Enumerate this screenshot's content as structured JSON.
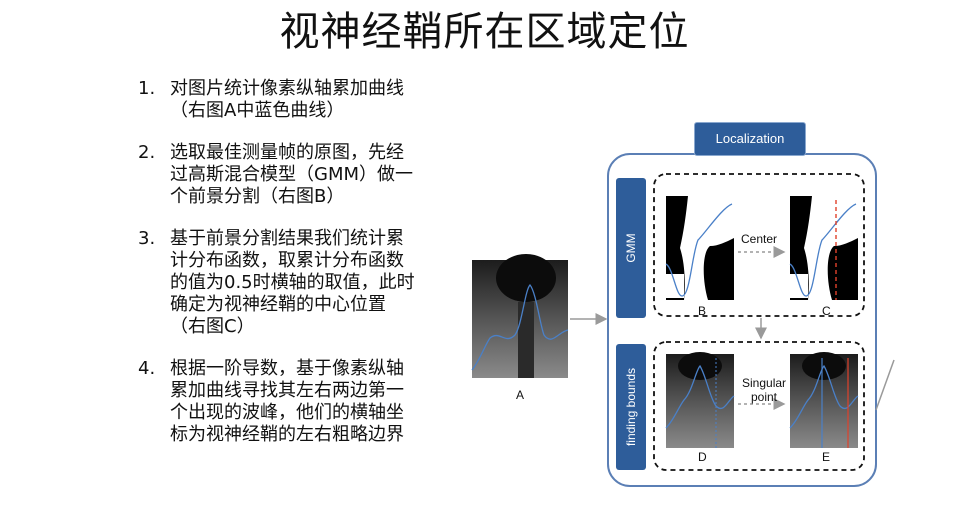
{
  "title": "视神经鞘所在区域定位",
  "steps": [
    {
      "num": "1.",
      "text": "对图片统计像素纵轴累加曲线（右图A中蓝色曲线）"
    },
    {
      "num": "2.",
      "text": "选取最佳测量帧的原图，先经过高斯混合模型（GMM）做一个前景分割（右图B）"
    },
    {
      "num": "3.",
      "text": "基于前景分割结果我们统计累计分布函数，取累计分布函数的值为0.5时横轴的取值，此时确定为视神经鞘的中心位置 （右图C）"
    },
    {
      "num": "4.",
      "text": "根据一阶导数，基于像素纵轴累加曲线寻找其左右两边第一个出现的波峰，他们的横轴坐标为视神经鞘的左右粗略边界"
    }
  ],
  "diagram": {
    "localization_label": "Localization",
    "gmm_label": "GMM",
    "finding_bounds_label": "finding bounds",
    "center_label": "Center",
    "singular_label": "Singular point",
    "image_labels": {
      "a": "A",
      "b": "B",
      "c": "C",
      "d": "D",
      "e": "E"
    },
    "colors": {
      "panel": "#2e5d9a",
      "curve": "#3b6fb0",
      "center_line": "#e0412b"
    }
  }
}
